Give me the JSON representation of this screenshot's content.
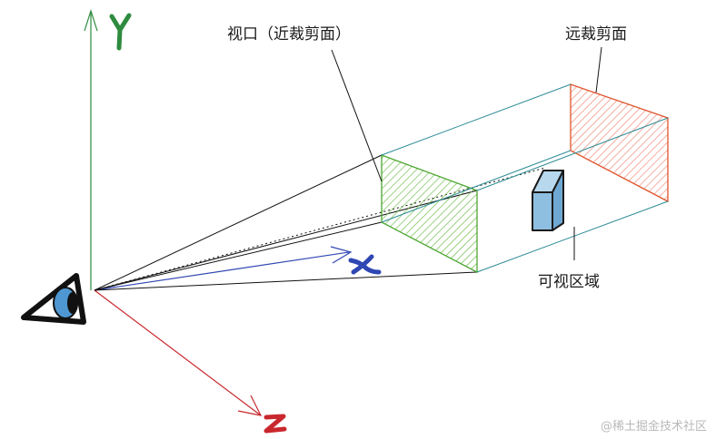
{
  "labels": {
    "near_plane": "视口（近裁剪面）",
    "far_plane": "远裁剪面",
    "visible_region": "可视区域"
  },
  "axes": {
    "x": {
      "label": "x",
      "color": "#2f47b3"
    },
    "y": {
      "label": "Y",
      "color": "#2e8b3e"
    },
    "z": {
      "label": "z",
      "color": "#c8282d"
    }
  },
  "colors": {
    "near_plane": "#4da632",
    "far_plane": "#e0542c",
    "frustum": "#2d8c96",
    "object_fill": "#8fbfe0",
    "eye_pupil": "#4e97d2"
  },
  "watermark": "@稀土掘金技术社区"
}
